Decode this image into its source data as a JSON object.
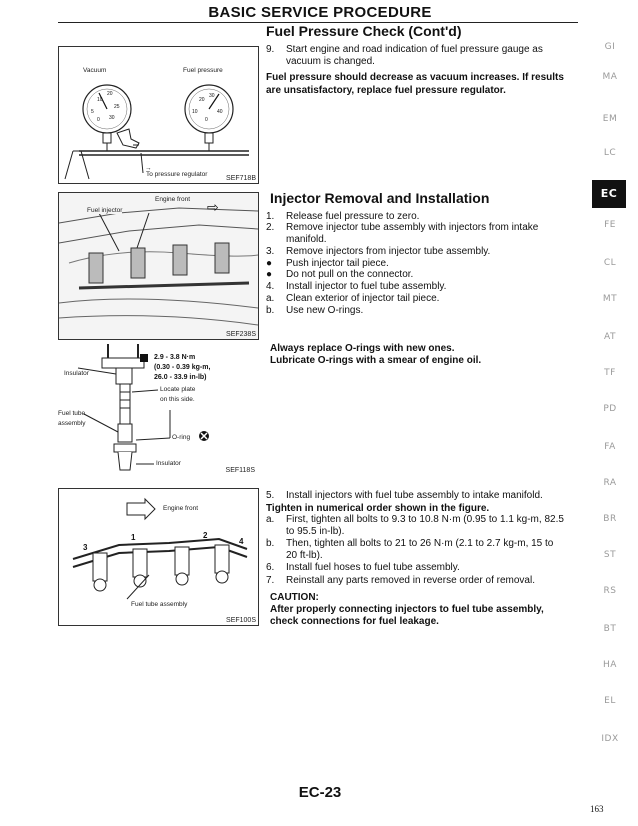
{
  "header": {
    "title": "BASIC SERVICE PROCEDURE"
  },
  "section1": {
    "title": "Fuel Pressure Check (Cont'd)",
    "step9_num": "9.",
    "step9_text": "Start engine and road indication of fuel pressure gauge as vacuum is changed.",
    "note": "Fuel pressure should decrease as vacuum increases. If results are unsatisfactory, replace fuel pressure regulator."
  },
  "fig1": {
    "vacuum_label": "Vacuum",
    "pressure_label": "Fuel pressure",
    "regulator_label": "To pressure regulator",
    "code": "SEF718B",
    "gauge1_ticks": [
      "10",
      "20",
      "25",
      "5",
      "30",
      "0"
    ],
    "gauge2_ticks": [
      "20",
      "30",
      "10",
      "40",
      "0"
    ]
  },
  "section2": {
    "title": "Injector Removal and Installation",
    "steps": [
      {
        "num": "1.",
        "text": "Release fuel pressure to zero."
      },
      {
        "num": "2.",
        "text": "Remove injector tube assembly with injectors from intake manifold."
      },
      {
        "num": "3.",
        "text": "Remove injectors from injector tube assembly."
      },
      {
        "num": "●",
        "text": "Push injector tail piece."
      },
      {
        "num": "●",
        "text": "Do not pull on the connector."
      },
      {
        "num": "4.",
        "text": "Install injector to fuel tube assembly."
      },
      {
        "num": "a.",
        "text": "Clean exterior of injector tail piece."
      },
      {
        "num": "b.",
        "text": "Use new O-rings."
      }
    ],
    "note1": "Always replace O-rings with new ones.",
    "note2": "Lubricate O-rings with a smear of engine oil."
  },
  "fig2": {
    "engine_front": "Engine front",
    "injector": "Fuel injector",
    "code": "SEF238S"
  },
  "fig3": {
    "torque1": "2.9 - 3.8 N·m",
    "torque2": "(0.30 - 0.39 kg-m,",
    "torque3": "26.0 - 33.9 in-lb)",
    "insulator_top": "Insulator",
    "locate1": "Locate plate",
    "locate2": "on this side.",
    "fuel_tube1": "Fuel tube",
    "fuel_tube2": "assembly",
    "oring": "O-ring",
    "insulator_bottom": "Insulator",
    "code": "SEF118S"
  },
  "section3": {
    "steps": [
      {
        "num": "5.",
        "text": "Install injectors with fuel tube assembly to intake manifold.",
        "bold": false
      },
      {
        "num": "",
        "text": "Tighten in numerical order shown in the figure.",
        "bold": true
      },
      {
        "num": "a.",
        "text": "First, tighten all bolts to 9.3 to 10.8 N·m (0.95 to 1.1 kg-m, 82.5 to 95.5 in-lb).",
        "bold": false
      },
      {
        "num": "b.",
        "text": "Then, tighten all bolts to 21 to 26 N·m (2.1 to 2.7 kg-m, 15 to 20 ft-lb).",
        "bold": false
      },
      {
        "num": "6.",
        "text": "Install fuel hoses to fuel tube assembly.",
        "bold": false
      },
      {
        "num": "7.",
        "text": "Reinstall any parts removed in reverse order of removal.",
        "bold": false
      }
    ],
    "caution_title": "CAUTION:",
    "caution_text": "After properly connecting injectors to fuel tube assembly, check connections for fuel leakage."
  },
  "fig4": {
    "engine_front": "Engine front",
    "fuel_tube": "Fuel tube assembly",
    "code": "SEF100S",
    "bolt1": "1",
    "bolt2": "2",
    "bolt3": "3",
    "bolt4": "4"
  },
  "side_tabs": [
    "GI",
    "MA",
    "EM",
    "LC",
    "EC",
    "FE",
    "CL",
    "MT",
    "AT",
    "TF",
    "PD",
    "FA",
    "RA",
    "BR",
    "ST",
    "RS",
    "BT",
    "HA",
    "EL",
    "IDX"
  ],
  "active_tab": "EC",
  "footer": {
    "page_code": "EC-23",
    "page_number": "163"
  }
}
